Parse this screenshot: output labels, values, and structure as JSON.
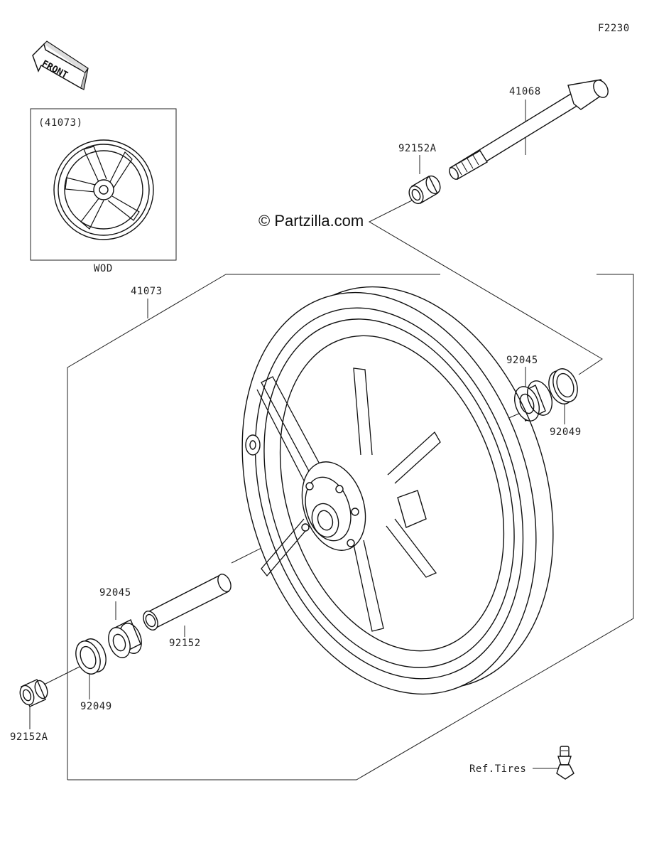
{
  "diagram_code": "F2230",
  "watermark": "© Partzilla.com",
  "front_label": "FRONT",
  "inset": {
    "ref": "(41073)",
    "caption": "WOD"
  },
  "labels": {
    "wheel": "41073",
    "axle": "41068",
    "collar_top": "92152A",
    "bearing_right": "92045",
    "seal_right": "92049",
    "bearing_left": "92045",
    "spacer": "92152",
    "seal_left": "92049",
    "collar_bottom": "92152A",
    "valve_ref": "Ref.Tires"
  }
}
